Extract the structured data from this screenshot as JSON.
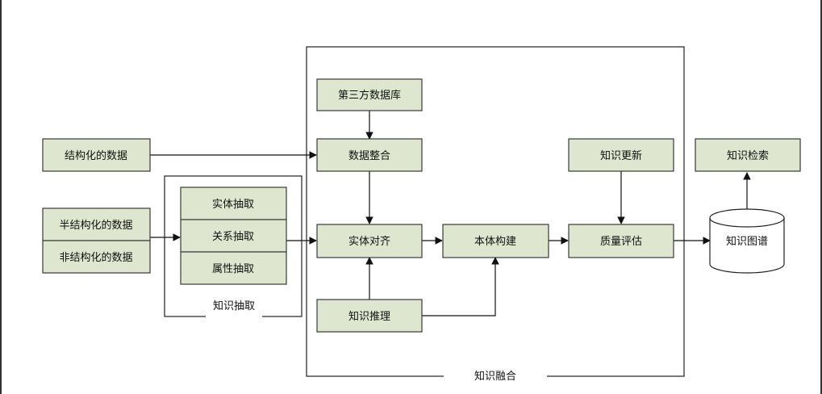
{
  "diagram": {
    "sources": {
      "structured": "结构化的数据",
      "semi_structured": "半结构化的数据",
      "unstructured": "非结构化的数据"
    },
    "extraction": {
      "group_label": "知识抽取",
      "entity": "实体抽取",
      "relation": "关系抽取",
      "attribute": "属性抽取"
    },
    "fusion": {
      "group_label": "知识融合",
      "third_party_db": "第三方数据库",
      "data_integration": "数据整合",
      "entity_alignment": "实体对齐",
      "knowledge_reasoning": "知识推理"
    },
    "ontology": "本体构建",
    "knowledge_update": "知识更新",
    "quality_assessment": "质量评估",
    "knowledge_retrieval": "知识检索",
    "knowledge_graph": "知识图谱"
  }
}
